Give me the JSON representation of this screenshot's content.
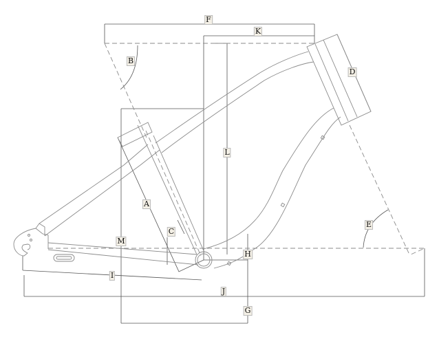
{
  "title": "Bicycle frame geometry diagram",
  "labels": {
    "A": "A",
    "B": "B",
    "C": "C",
    "D": "D",
    "E": "E",
    "F": "F",
    "G": "G",
    "H": "H",
    "I": "I",
    "J": "J",
    "K": "K",
    "L": "L",
    "M": "M"
  }
}
